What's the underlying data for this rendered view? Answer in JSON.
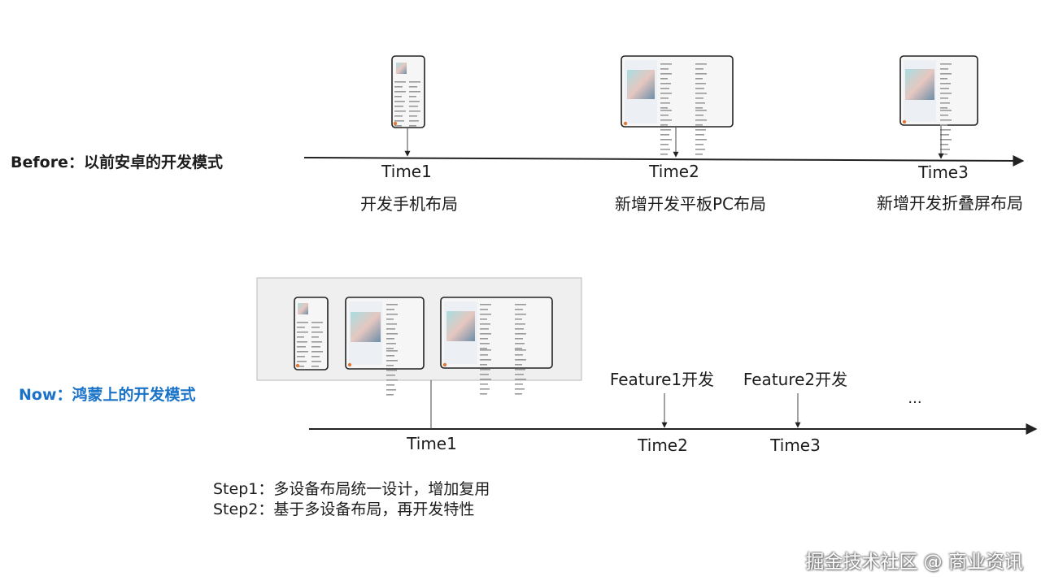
{
  "before": {
    "label": "Before：以前安卓的开发模式",
    "times": [
      {
        "time": "Time1",
        "desc": "开发手机布局",
        "device": "phone"
      },
      {
        "time": "Time2",
        "desc": "新增开发平板PC布局",
        "device": "tablet"
      },
      {
        "time": "Time3",
        "desc": "新增开发折叠屏布局",
        "device": "foldable"
      }
    ]
  },
  "now": {
    "label": "Now：鸿蒙上的开发模式",
    "times": [
      {
        "time": "Time1"
      },
      {
        "time": "Time2",
        "feature": "Feature1开发"
      },
      {
        "time": "Time3",
        "feature": "Feature2开发"
      }
    ],
    "ellipsis": "...",
    "steps": [
      "Step1：多设备布局统一设计，增加复用",
      "Step2：基于多设备布局，再开发特性"
    ]
  },
  "watermark": "掘金技术社区 @ 商业资讯",
  "colors": {
    "now_label": "#1a73c8",
    "axis": "#222222",
    "panel_bg": "#efefef",
    "panel_border": "#b8b8b8"
  }
}
